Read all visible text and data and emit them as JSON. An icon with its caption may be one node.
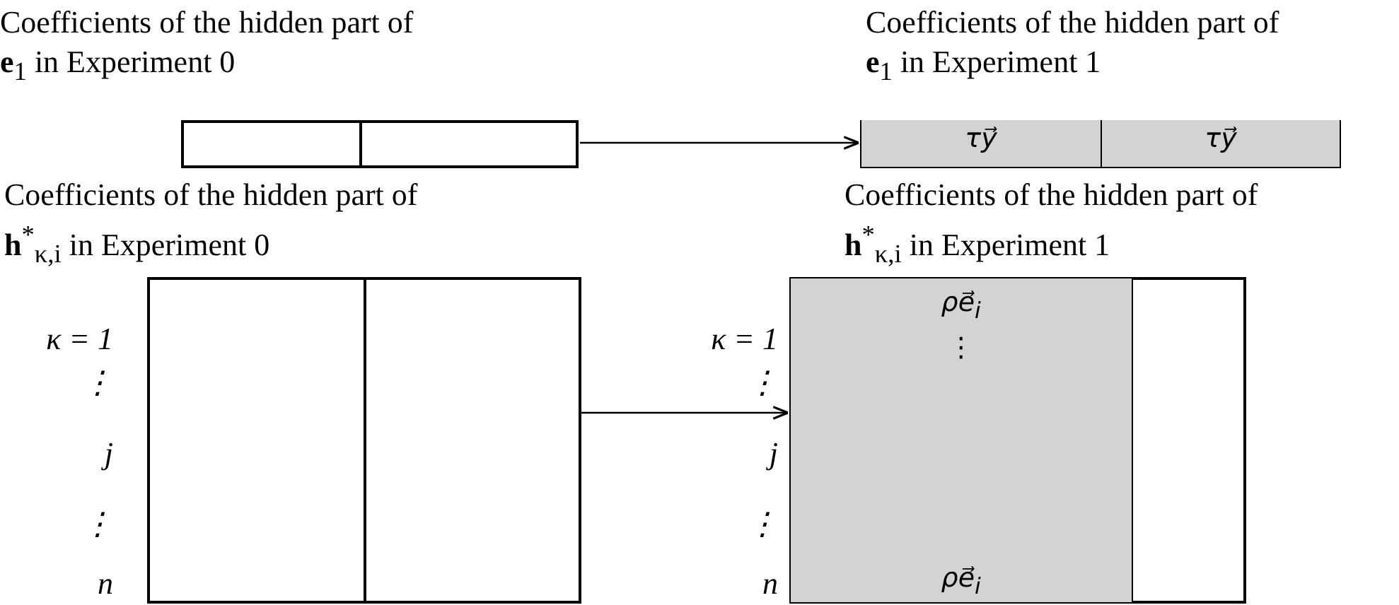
{
  "diagram": {
    "nodes": [
      {
        "text": [
          "Coefficients of the hidden part of **e**$_{1}$ in Experiment 0"
        ]
      },
      {
        "text": [],
        "shape": "box",
        "in": 0
      },
      {
        "text": [],
        "shape": "box",
        "in": 0
      },
      {
        "text": [
          "Coefficients of the hidden part of **e**$_{1}$ in Experiment 1"
        ]
      },
      {
        "text": [
          "τy⃗"
        ],
        "in": 3
      },
      {
        "text": [
          "τy⃗"
        ],
        "in": 3
      },
      {
        "text": [
          "Coefficients of the hidden part of **h**$^{*}$$_{κ,i}$ in Experiment 0"
        ]
      },
      {
        "text": [],
        "shape": "box",
        "in": 6
      },
      {
        "text": [],
        "shape": "box",
        "in": 6
      },
      {
        "text": [
          "Coefficients of the hidden part of **h**$^{*}$$_{κ,i}$ in Experiment 1"
        ]
      },
      {
        "text": [
          "ρe⃗$_{i}$",
          "⋮",
          "ρe⃗$_{i}$"
        ],
        "in": 9
      },
      {
        "text": [],
        "shape": "box",
        "in": 9
      }
    ],
    "edges": [
      {
        "from": 0,
        "to": 3,
        "arrow": "to"
      },
      {
        "from": 6,
        "to": 9,
        "arrow": "to"
      }
    ],
    "labels": [
      "κ = 1",
      "⋮",
      "j",
      "⋮",
      "n",
      "κ = 1",
      "⋮",
      "j",
      "⋮",
      "n"
    ]
  }
}
